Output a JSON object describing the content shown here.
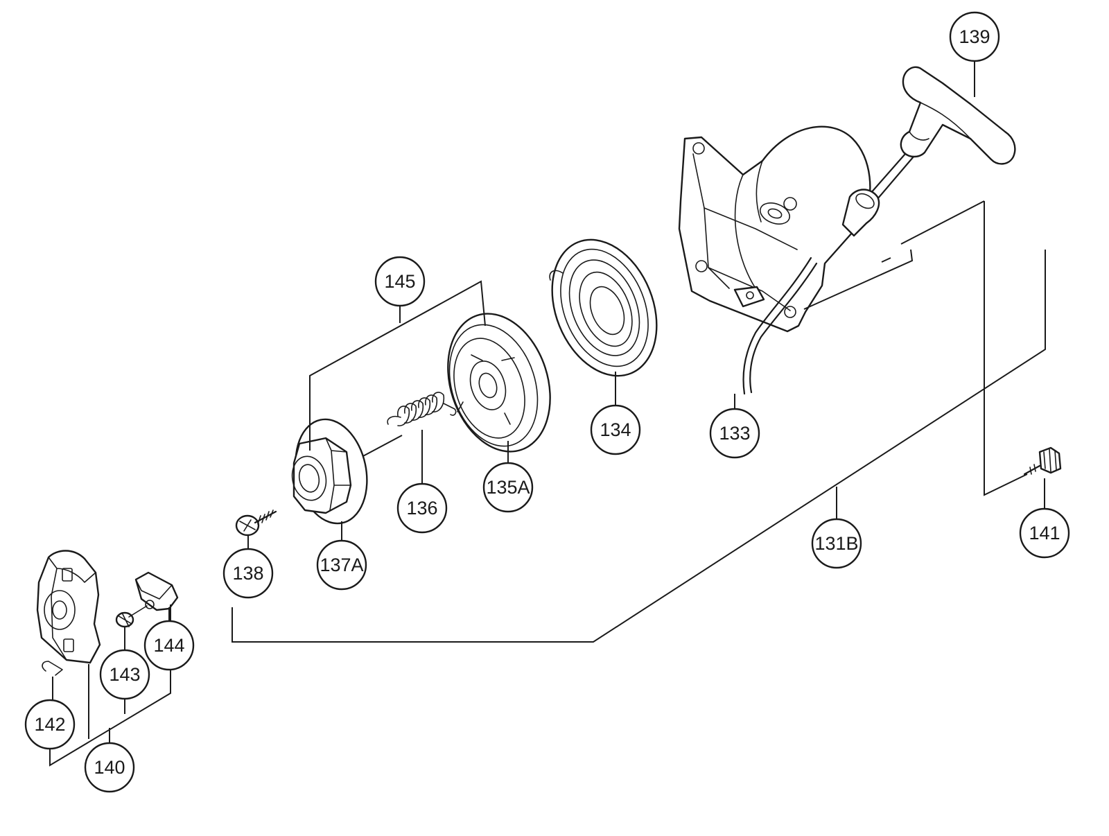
{
  "callouts": [
    {
      "id": "p139",
      "label": "139"
    },
    {
      "id": "p145",
      "label": "145"
    },
    {
      "id": "p134",
      "label": "134"
    },
    {
      "id": "p133",
      "label": "133"
    },
    {
      "id": "p135a",
      "label": "135A"
    },
    {
      "id": "p136",
      "label": "136"
    },
    {
      "id": "p141",
      "label": "141"
    },
    {
      "id": "p131b",
      "label": "131B"
    },
    {
      "id": "p137a",
      "label": "137A"
    },
    {
      "id": "p138",
      "label": "138"
    },
    {
      "id": "p144",
      "label": "144"
    },
    {
      "id": "p143",
      "label": "143"
    },
    {
      "id": "p142",
      "label": "142"
    },
    {
      "id": "p140",
      "label": "140"
    }
  ],
  "colors": {
    "line": "#1a1a1a",
    "background": "#ffffff"
  }
}
